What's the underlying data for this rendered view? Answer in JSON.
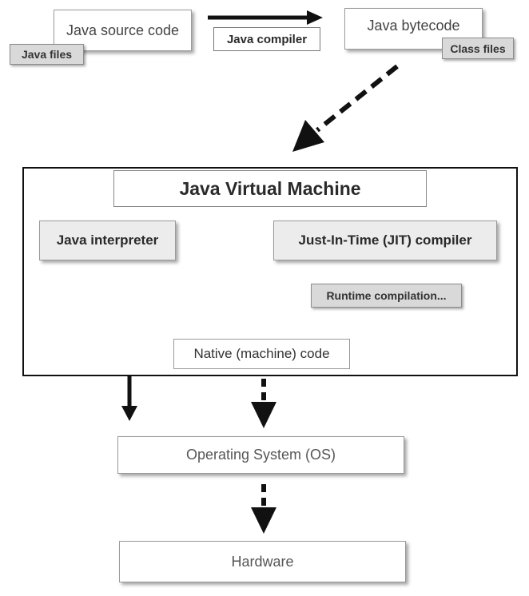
{
  "source": {
    "title": "Java source code",
    "tag": "Java files"
  },
  "compiler": {
    "label": "Java compiler"
  },
  "bytecode": {
    "title": "Java bytecode",
    "tag": "Class files"
  },
  "jvm": {
    "title": "Java Virtual Machine",
    "interpreter": "Java interpreter",
    "jit": "Just-In-Time (JIT) compiler",
    "runtime_tag": "Runtime compilation...",
    "native": "Native (machine) code"
  },
  "os": {
    "label": "Operating System (OS)"
  },
  "hardware": {
    "label": "Hardware"
  }
}
